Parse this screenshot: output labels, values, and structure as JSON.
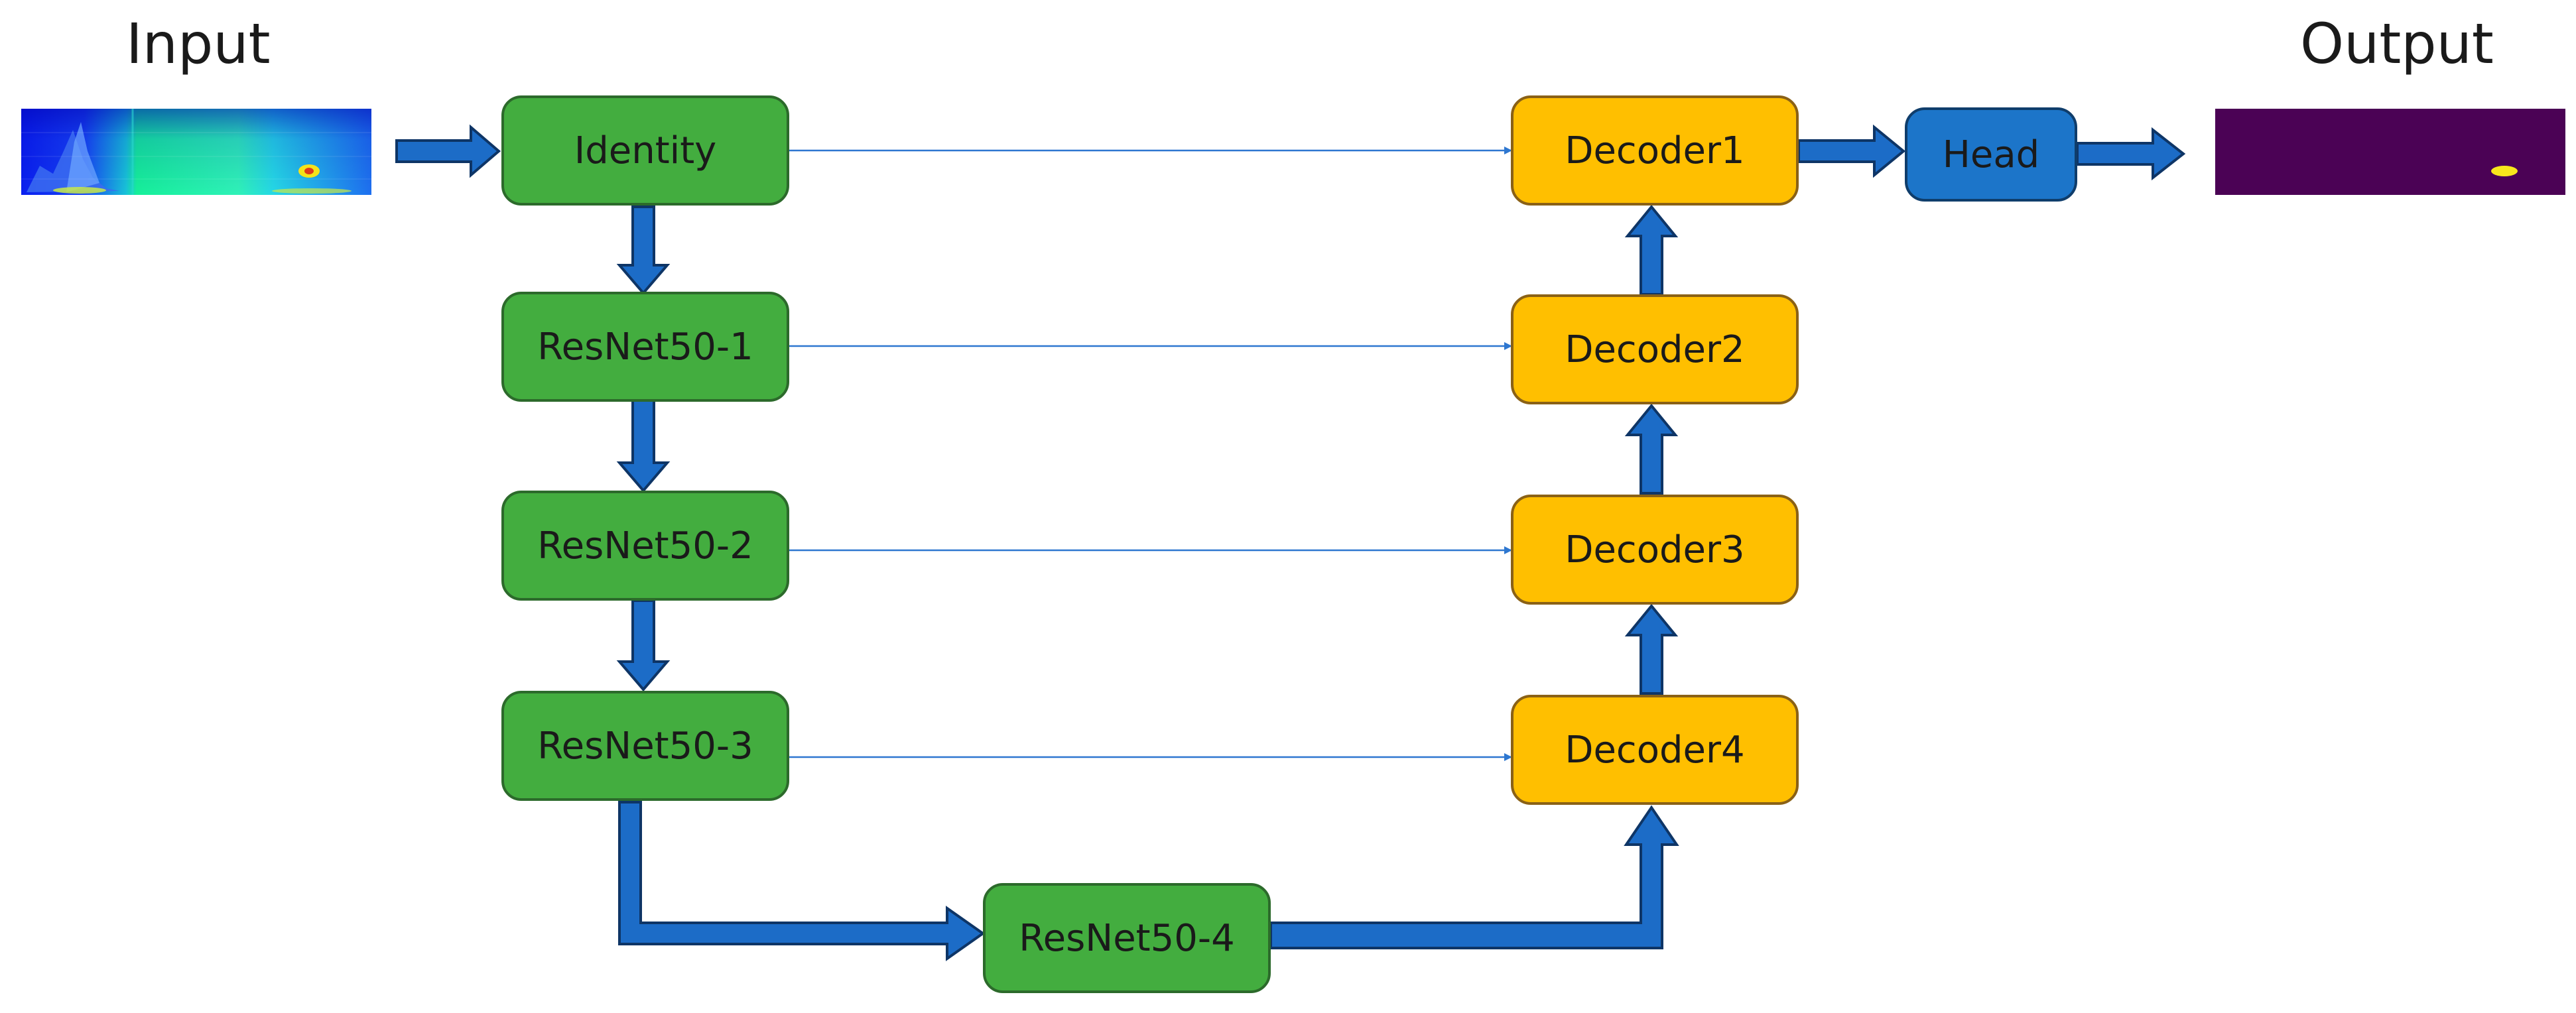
{
  "labels": {
    "input": "Input",
    "output": "Output"
  },
  "encoder": {
    "identity": "Identity",
    "resnet1": "ResNet50-1",
    "resnet2": "ResNet50-2",
    "resnet3": "ResNet50-3",
    "resnet4": "ResNet50-4"
  },
  "decoder": {
    "decoder1": "Decoder1",
    "decoder2": "Decoder2",
    "decoder3": "Decoder3",
    "decoder4": "Decoder4"
  },
  "head": "Head",
  "colors": {
    "encoder": "#43ad3f",
    "decoder": "#ffbf00",
    "head": "#1c75c9",
    "arrow": "#1c6cc7",
    "skip": "#2e77d0",
    "output_bg": "#4b0255",
    "output_blob": "#f7e71c"
  }
}
